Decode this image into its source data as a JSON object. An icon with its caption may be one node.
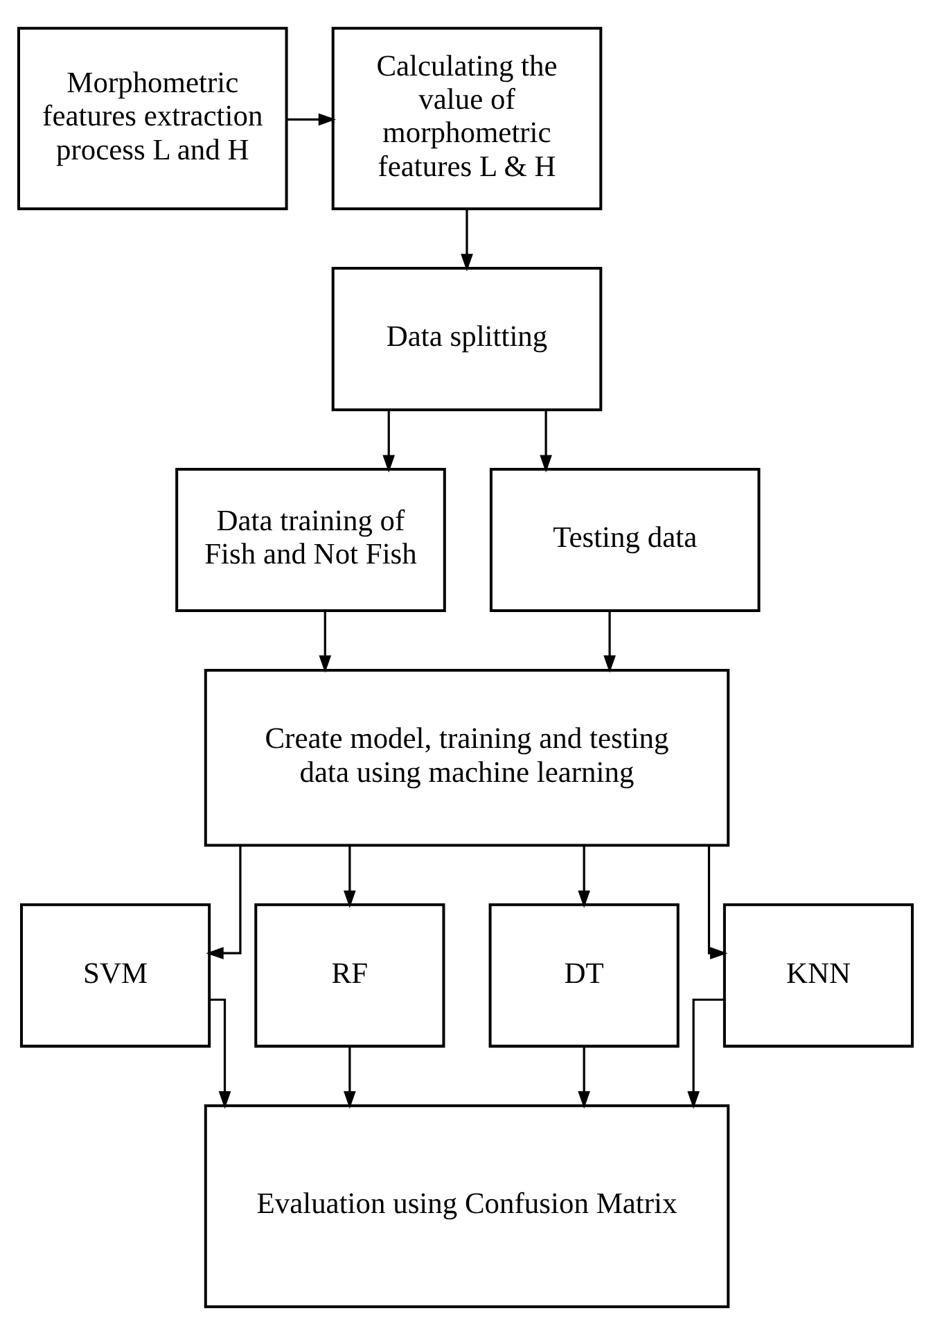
{
  "diagram": {
    "nodes": [
      {
        "text": [
          "Morphometric features extraction process L and H"
        ]
      },
      {
        "text": [
          "Calculating the value of morphometric features L & H"
        ]
      },
      {
        "text": [
          "Data splitting"
        ]
      },
      {
        "text": [
          "Data training of Fish and Not Fish"
        ]
      },
      {
        "text": [
          "Testing data"
        ]
      },
      {
        "text": [
          "Create model, training and testing data using machine learning"
        ]
      },
      {
        "text": [
          "SVM"
        ]
      },
      {
        "text": [
          "RF"
        ]
      },
      {
        "text": [
          "DT"
        ]
      },
      {
        "text": [
          "KNN"
        ]
      },
      {
        "text": [
          "Evaluation using Confusion Matrix"
        ]
      }
    ],
    "edges": [
      {
        "from": 0,
        "to": 1,
        "arrow": "to"
      },
      {
        "from": 1,
        "to": 2,
        "arrow": "to"
      },
      {
        "from": 2,
        "to": 3,
        "arrow": "to"
      },
      {
        "from": 2,
        "to": 4,
        "arrow": "to"
      },
      {
        "from": 3,
        "to": 5,
        "arrow": "to"
      },
      {
        "from": 4,
        "to": 5,
        "arrow": "to"
      },
      {
        "from": 5,
        "to": 6,
        "arrow": "to"
      },
      {
        "from": 5,
        "to": 7,
        "arrow": "to"
      },
      {
        "from": 5,
        "to": 8,
        "arrow": "to"
      },
      {
        "from": 5,
        "to": 9,
        "arrow": "to"
      },
      {
        "from": 6,
        "to": 10,
        "arrow": "to"
      },
      {
        "from": 7,
        "to": 10,
        "arrow": "to"
      },
      {
        "from": 8,
        "to": 10,
        "arrow": "to"
      },
      {
        "from": 9,
        "to": 10,
        "arrow": "to"
      }
    ]
  }
}
